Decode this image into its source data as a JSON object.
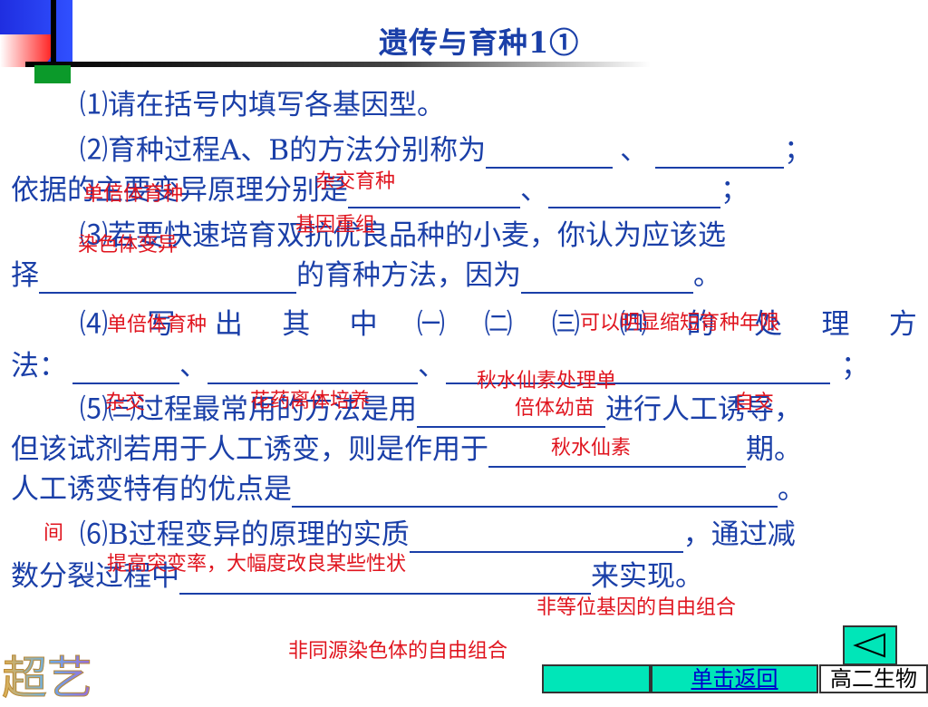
{
  "title": "遗传与育种1①",
  "q1": "⑴请在括号内填写各基因型。",
  "q2": {
    "line1_a": "⑵育种过程A、B的方法分别称为",
    "line1_b": "、",
    "line1_c": "；",
    "line2_a": "依据的主要变异原理分别是",
    "line2_b": "、",
    "line2_c": "；"
  },
  "q3": {
    "line1": "⑶若要快速培育双抗优良品种的小麦，你认为应该选",
    "line2_a": "择",
    "line2_b": "的育种方法，因为",
    "line2_c": "。"
  },
  "q4": {
    "chars": [
      "⑷",
      "写",
      "出",
      "其",
      "中",
      "㈠",
      "㈡",
      "㈢",
      "㈣",
      "的",
      "处",
      "理",
      "方"
    ],
    "line2_a": "法：",
    "line2_b": "、",
    "line2_c": "、",
    "line2_d": "；"
  },
  "q5": {
    "line1_a": "⑸㈢过程最常用的方法是用",
    "line1_b": "进行人工诱导，",
    "line2_a": "但该试剂若用于人工诱变，则是作用于",
    "line2_b": "期。",
    "line3_a": "人工诱变特有的优点是",
    "line3_b": "。"
  },
  "q6": {
    "line1_a": "⑹B过程变异的原理的实质",
    "line1_b": "，通过减",
    "line2_a": "数分裂过程中",
    "line2_b": "来实现。"
  },
  "answers": {
    "a_zajiao_yuzhong": "杂交育种",
    "a_danbeiti_yuzhong_1": "单倍体育种",
    "a_jiyin_chongzu": "基因重组",
    "a_ranseti_bianyi": "染色体变异",
    "a_danbeiti_yuzhong_2": "单倍体育种",
    "a_kuanshort": "可以明显缩短育种年限",
    "a_qiushui_danbei": "秋水仙素处理单",
    "a_zajiao": "杂交",
    "a_huayao": "花药离体培养",
    "a_beiti_youmiao": "倍体幼苗",
    "a_zijiao": "自交",
    "a_qiushui": "秋水仙素",
    "a_jian": "间",
    "a_tigao": "提高突变率，大幅度改良某些性状",
    "a_feidengwei": "非等位基因的自由组合",
    "a_feitongyuan": "非同源染色体的自由组合"
  },
  "nav": {
    "back_label": "单击返回",
    "subject_label": "高二生物"
  },
  "logo_text": "超艺",
  "colors": {
    "question_text": "#1a3fa8",
    "answer_text": "#e0141e",
    "nav_fill": "#00e6b8"
  }
}
